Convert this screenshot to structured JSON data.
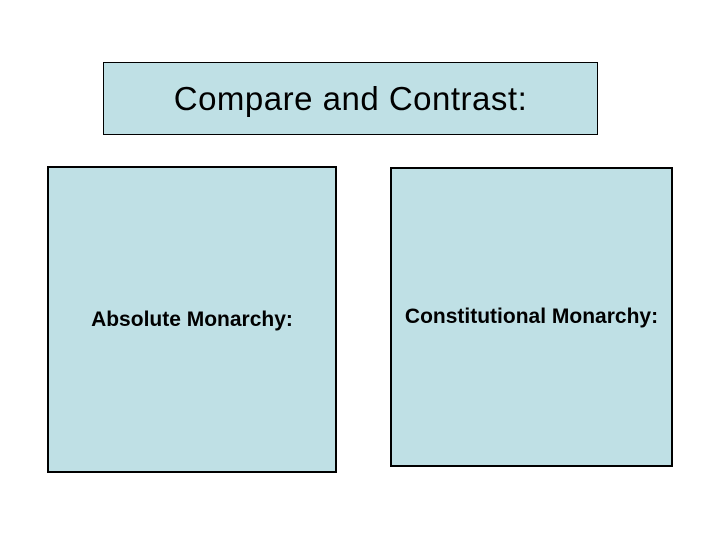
{
  "slide": {
    "title": "Compare and Contrast:",
    "left_box": {
      "label": "Absolute Monarchy:"
    },
    "right_box": {
      "label": "Constitutional Monarchy:"
    },
    "colors": {
      "box_fill": "#bfe0e5",
      "box_border": "#000000",
      "text": "#000000",
      "background": "#ffffff"
    }
  }
}
